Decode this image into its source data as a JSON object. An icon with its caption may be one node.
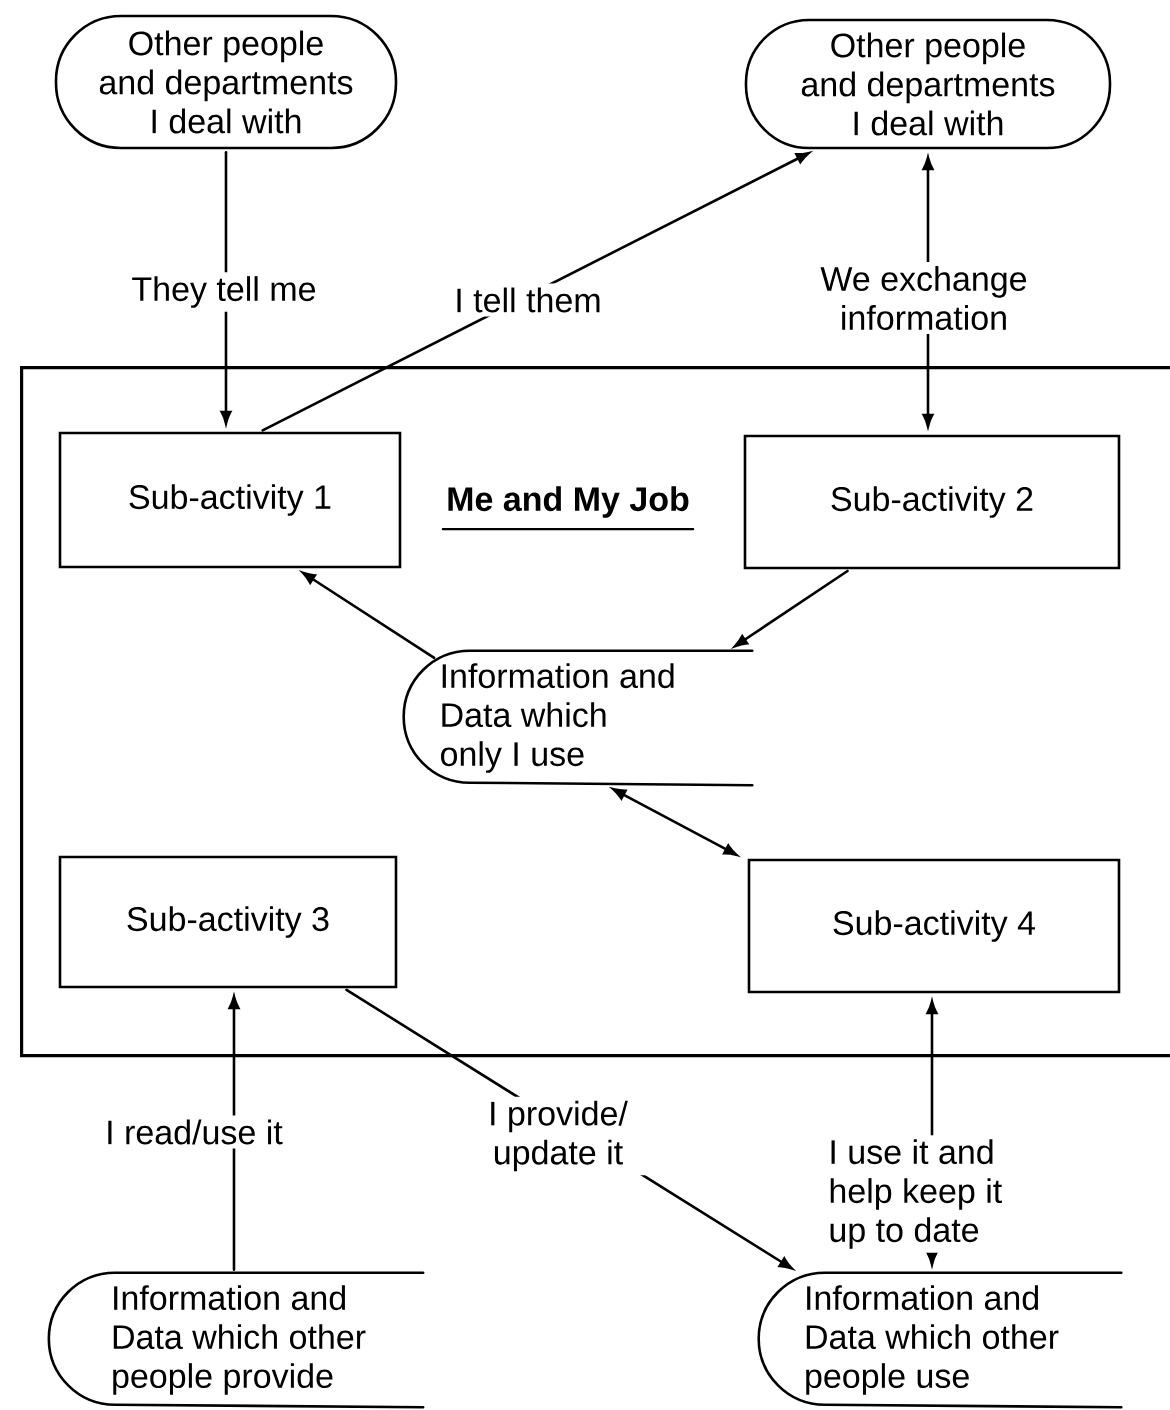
{
  "diagram": {
    "nodes": [
      {
        "text": [
          "Other people and departments I deal with"
        ]
      },
      {
        "text": [
          "Other people and departments I deal with"
        ]
      },
      {
        "text": [
          "Me and My Job"
        ]
      },
      {
        "text": [
          "Sub-activity 1"
        ],
        "in": 2
      },
      {
        "text": [
          "Sub-activity 2"
        ],
        "in": 2
      },
      {
        "text": [
          "Information and Data which only I use"
        ],
        "in": 2
      },
      {
        "text": [
          "Sub-activity 3"
        ],
        "in": 2
      },
      {
        "text": [
          "Sub-activity 4"
        ],
        "in": 2
      },
      {
        "text": [
          "Information and Data which other people provide"
        ]
      },
      {
        "text": [
          "Information and Data which other people use"
        ]
      }
    ],
    "edges": [
      {
        "from": 0,
        "to": 3,
        "arrow": "to",
        "label": "They tell me"
      },
      {
        "from": 3,
        "to": 1,
        "arrow": "to",
        "label": "I tell them"
      },
      {
        "from": 1,
        "to": 4,
        "arrow": "both",
        "label": "We exchange information"
      },
      {
        "from": 4,
        "to": 5,
        "arrow": "to"
      },
      {
        "from": 5,
        "to": 3,
        "arrow": "to"
      },
      {
        "from": 5,
        "to": 7,
        "arrow": "both"
      },
      {
        "from": 8,
        "to": 6,
        "arrow": "to",
        "label": "I read/use it"
      },
      {
        "from": 6,
        "to": 9,
        "arrow": "to",
        "label": "I provide/ update it"
      },
      {
        "from": 7,
        "to": 9,
        "arrow": "both",
        "label": "I use it and help keep it up to date"
      }
    ]
  }
}
